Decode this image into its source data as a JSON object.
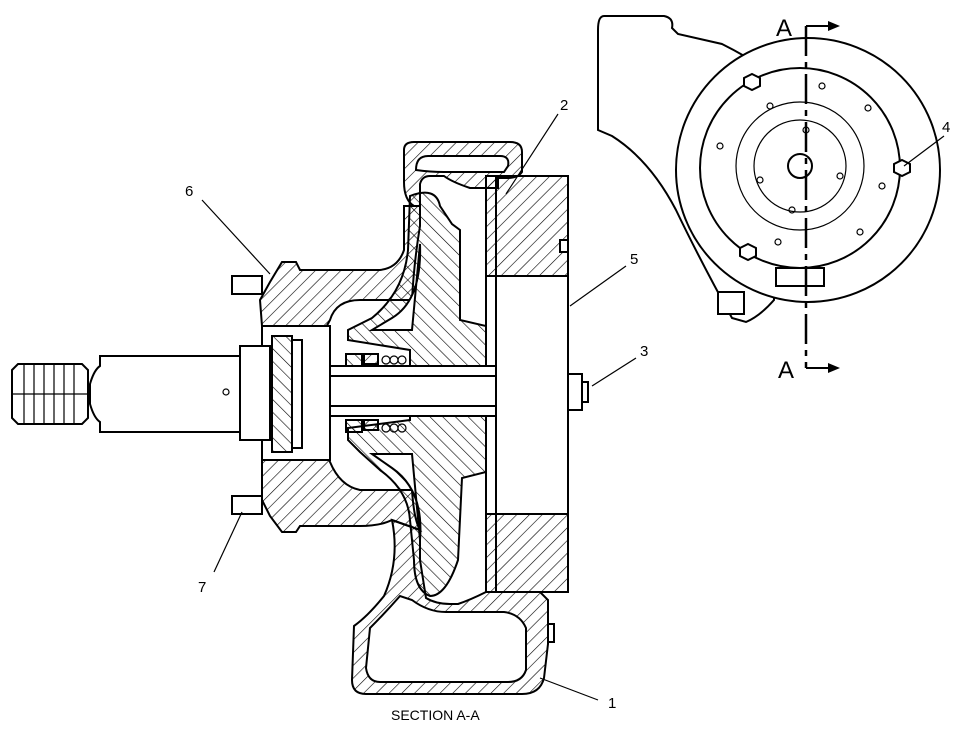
{
  "callouts": {
    "c1": "1",
    "c2": "2",
    "c3": "3",
    "c4": "4",
    "c5": "5",
    "c6": "6",
    "c7": "7"
  },
  "section_marks": {
    "top": "A",
    "bottom": "A"
  },
  "caption": "SECTION A-A"
}
